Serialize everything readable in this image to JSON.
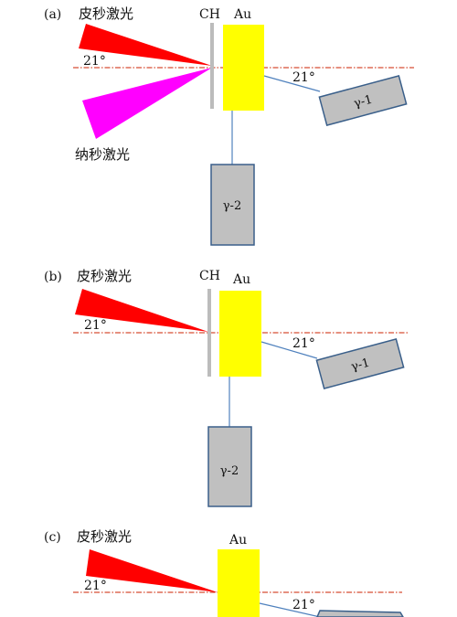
{
  "colors": {
    "picosecond_laser": "#ff0000",
    "nanosecond_laser": "#ff00ff",
    "gold_target": "#ffff00",
    "ch_foil": "#bcbcbc",
    "detector_fill": "#c0c0c0",
    "detector_stroke": "#3a5f8a",
    "reference_line": "#cc2200",
    "connector": "#4f81bd"
  },
  "panels": [
    {
      "tag": "(a)",
      "picosecond_label": "皮秒激光",
      "angle_label_laser": "21°",
      "ch_label": "CH",
      "gold_label": "Au",
      "angle_label_detector": "21°",
      "detector1_label": "γ-1",
      "detector2_label": "γ-2",
      "nanosecond_label": "纳秒激光"
    },
    {
      "tag": "(b)",
      "picosecond_label": "皮秒激光",
      "angle_label_laser": "21°",
      "ch_label": "CH",
      "gold_label": "Au",
      "angle_label_detector": "21°",
      "detector1_label": "γ-1",
      "detector2_label": "γ-2"
    },
    {
      "tag": "(c)",
      "picosecond_label": "皮秒激光",
      "angle_label_laser": "21°",
      "gold_label": "Au",
      "angle_label_detector": "21°"
    }
  ]
}
